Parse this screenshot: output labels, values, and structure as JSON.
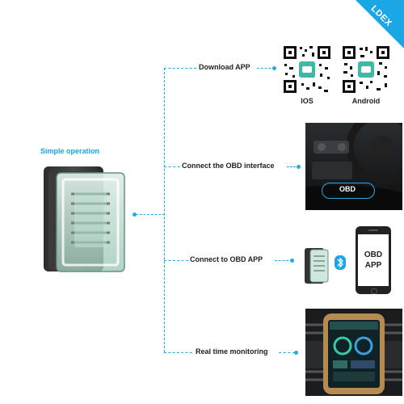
{
  "brand": {
    "name": "LDEX",
    "color": "#1ba6e6"
  },
  "title": "Simple operation",
  "steps": [
    {
      "label": "Download APP"
    },
    {
      "label": "Connect the OBD interface"
    },
    {
      "label": "Connect to OBD APP"
    },
    {
      "label": "Real time monitoring"
    }
  ],
  "qr": {
    "ios_label": "IOS",
    "android_label": "Android"
  },
  "car_obd_label": "OBD",
  "phone_app_text": [
    "OBD",
    "APP"
  ],
  "icons": [
    "qr-code-icon",
    "bluetooth-icon",
    "phone-icon",
    "obd-adapter-icon"
  ],
  "colors": {
    "accent": "#2aa8e0"
  }
}
